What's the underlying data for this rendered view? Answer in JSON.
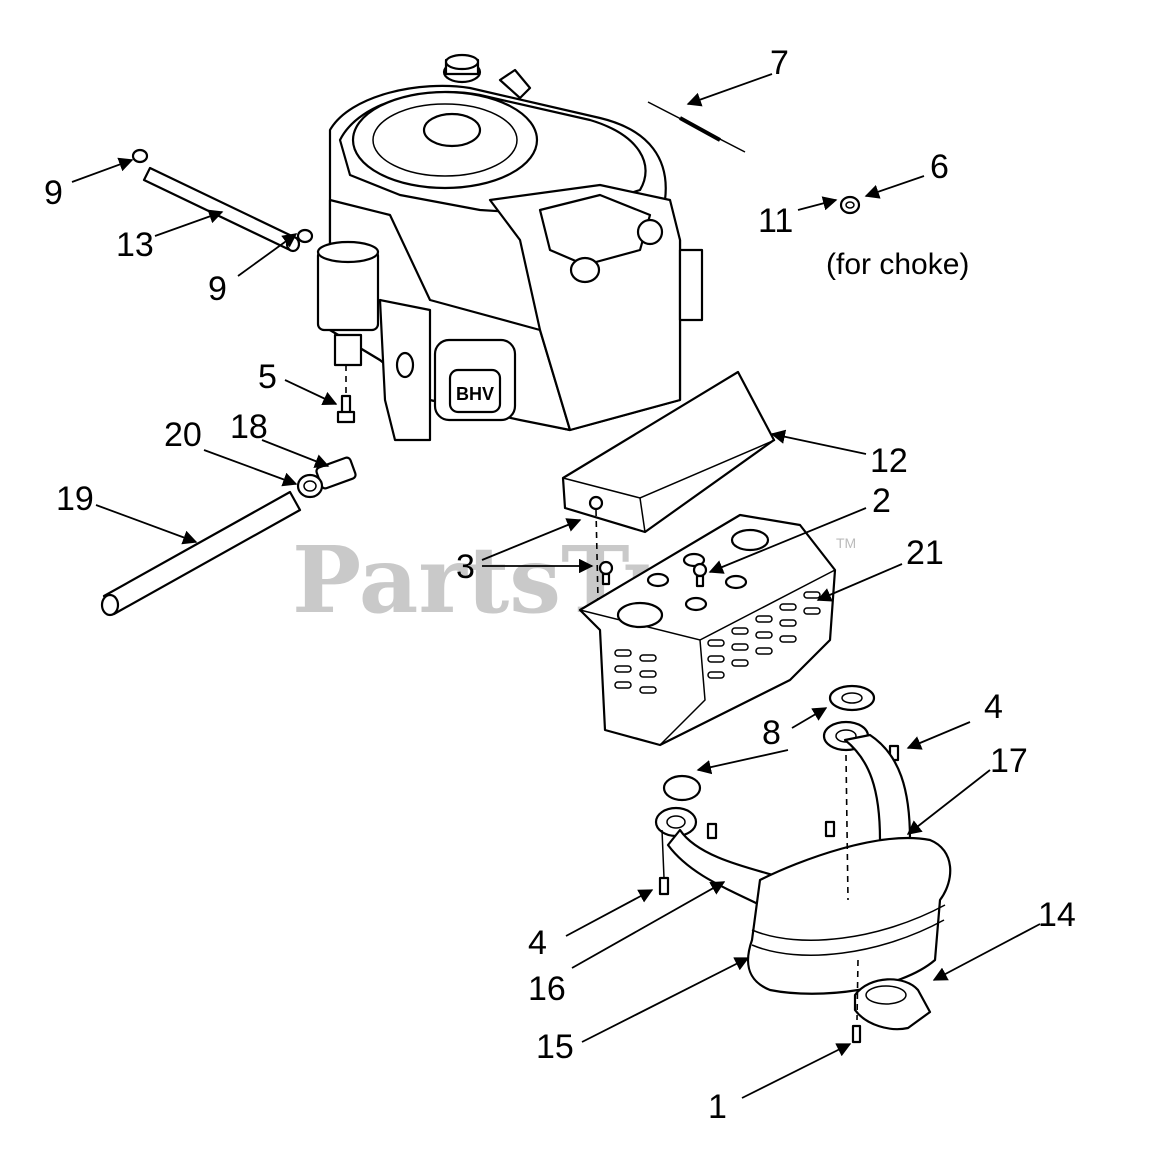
{
  "watermark": {
    "text": "PartsTree",
    "tm": "TM"
  },
  "note": "(for choke)",
  "emblem": "BHV",
  "callouts": [
    {
      "id": "c7",
      "label": "7"
    },
    {
      "id": "c6",
      "label": "6"
    },
    {
      "id": "c11",
      "label": "11"
    },
    {
      "id": "c9a",
      "label": "9"
    },
    {
      "id": "c13",
      "label": "13"
    },
    {
      "id": "c9b",
      "label": "9"
    },
    {
      "id": "c5",
      "label": "5"
    },
    {
      "id": "c20",
      "label": "20"
    },
    {
      "id": "c18",
      "label": "18"
    },
    {
      "id": "c19",
      "label": "19"
    },
    {
      "id": "c12",
      "label": "12"
    },
    {
      "id": "c2",
      "label": "2"
    },
    {
      "id": "c21",
      "label": "21"
    },
    {
      "id": "c3",
      "label": "3"
    },
    {
      "id": "c4a",
      "label": "4"
    },
    {
      "id": "c8",
      "label": "8"
    },
    {
      "id": "c17",
      "label": "17"
    },
    {
      "id": "c4b",
      "label": "4"
    },
    {
      "id": "c16",
      "label": "16"
    },
    {
      "id": "c14",
      "label": "14"
    },
    {
      "id": "c15",
      "label": "15"
    },
    {
      "id": "c1",
      "label": "1"
    }
  ]
}
